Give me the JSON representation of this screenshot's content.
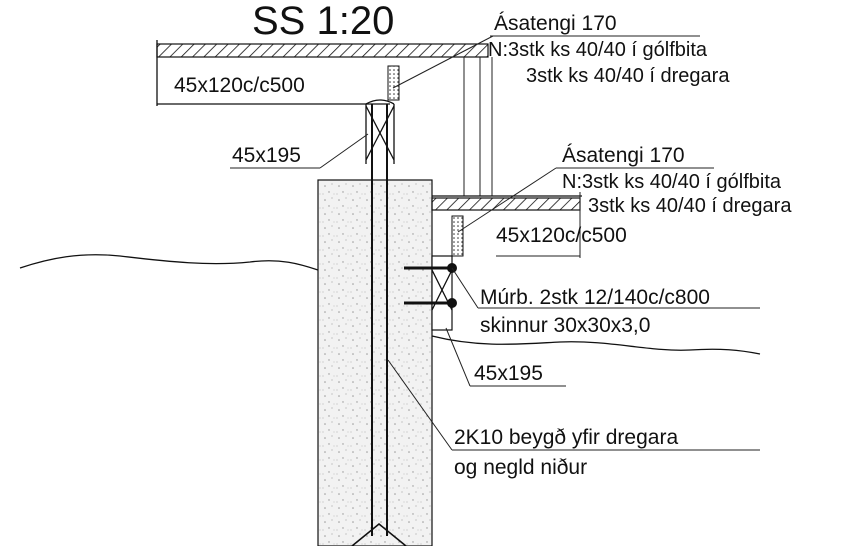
{
  "drawing": {
    "scale_title": "SS 1:20",
    "upper_connector": {
      "title": "Ásatengi 170",
      "nail_line_1": "N:3stk ks 40/40 í gólfbita",
      "nail_line_2": "3stk ks 40/40 í dregara"
    },
    "upper_joist_label": "45x120c/c500",
    "upper_beam_label": "45x195",
    "lower_connector": {
      "title": "Ásatengi 170",
      "nail_line_1": "N:3stk ks 40/40 í gólfbita",
      "nail_line_2": "3stk ks 40/40 í dregara"
    },
    "lower_joist_label": "45x120c/c500",
    "anchor": {
      "bolts": "Múrb. 2stk 12/140c/c800",
      "plates": "skinnur 30x30x3,0"
    },
    "lower_beam_label": "45x195",
    "rebar": {
      "line_1": "2K10 beygð yfir dregara",
      "line_2": "og negld niður"
    }
  }
}
